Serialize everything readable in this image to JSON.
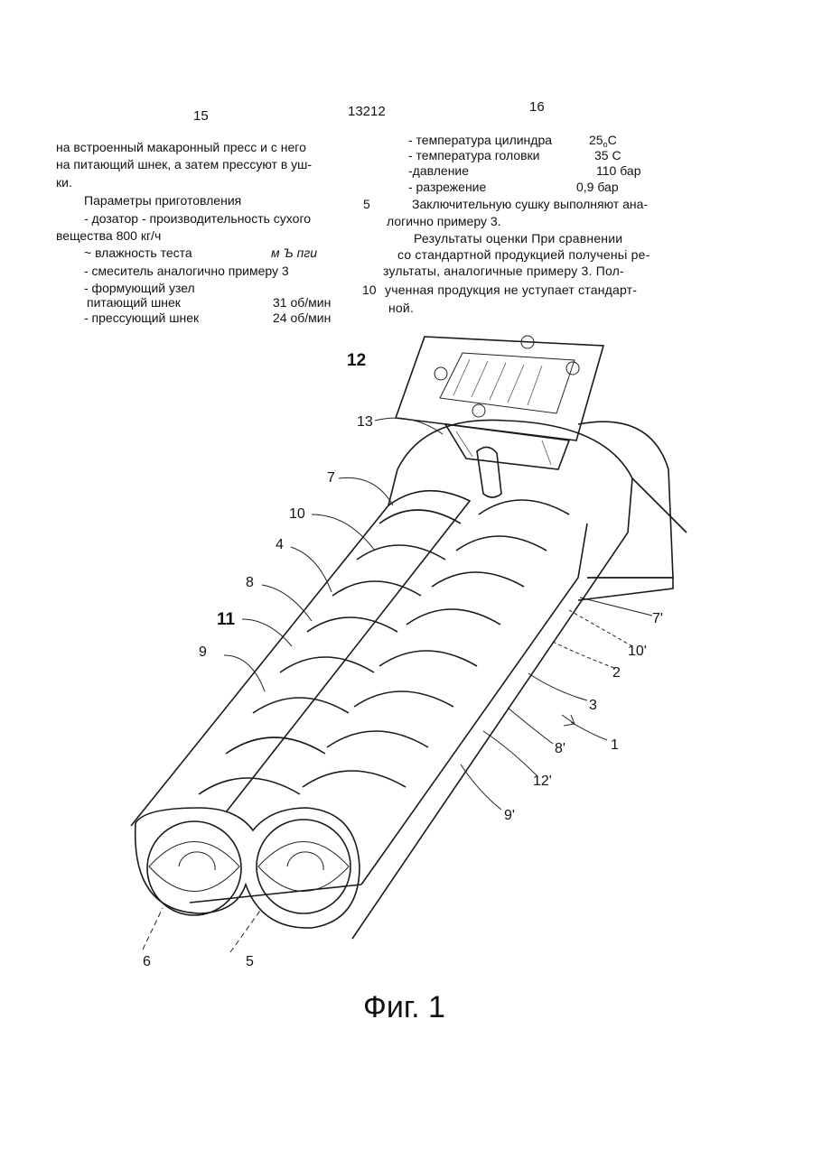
{
  "header": {
    "page_left": "15",
    "patent_number": "13212",
    "page_right": "16"
  },
  "left_column": {
    "line1": "на встроенный макаронный пресс и с него",
    "line2": "на питающий шнек, а затем прессуют в уш-",
    "line3": "ки.",
    "params_title": "Параметры приготовления",
    "dozator_a": "-  дозатор - производительность сухого",
    "dozator_b": "вещества 800 кг/ч",
    "moisture_label": "~ влажность теста",
    "moisture_value": "м  Ъ  пги",
    "mixer": "-  смеситель аналогично примеру 3",
    "forming": "-  формующий узел",
    "feed_label": "питающий шнек",
    "feed_value": "31 об/мин",
    "press_label": "-  прессующий шнек",
    "press_value": "24 об/мин"
  },
  "right_column": {
    "cyl_label": "-  температура цилиндра",
    "cyl_value_a": "25",
    "cyl_value_sub": "о",
    "cyl_value_b": "С",
    "head_label": "-  температура головки",
    "head_value": "35 С",
    "pressure_label": "-давление",
    "pressure_value": "110 бар",
    "vacuum_label": "-  разрежение",
    "vacuum_value": "0,9 бар",
    "line_num_5": "5",
    "drying_a": "Заключительную сушку выполняют ана-",
    "drying_b": "логично примеру 3.",
    "results_a": "Результаты оценки При сравнении",
    "results_b": "со стандартной продукцией полученьі ре-",
    "results_c": "зультаты, аналогичные примеру 3. Пол-",
    "line_num_10": "10",
    "results_d": "ученная продукция не уступает стандарт-",
    "results_e": "ной."
  },
  "figure": {
    "labels": {
      "l12": "12",
      "l13": "13",
      "l7": "7",
      "l10": "10",
      "l4": "4",
      "l8": "8",
      "l11": "11",
      "l9": "9",
      "l7p": "7'",
      "l10p": "10'",
      "l2": "2",
      "l3": "3",
      "l8p": "8'",
      "l1": "1",
      "l12p": "12'",
      "l9p": "9'",
      "l6": "6",
      "l5": "5"
    },
    "caption": "Фиг. 1"
  }
}
